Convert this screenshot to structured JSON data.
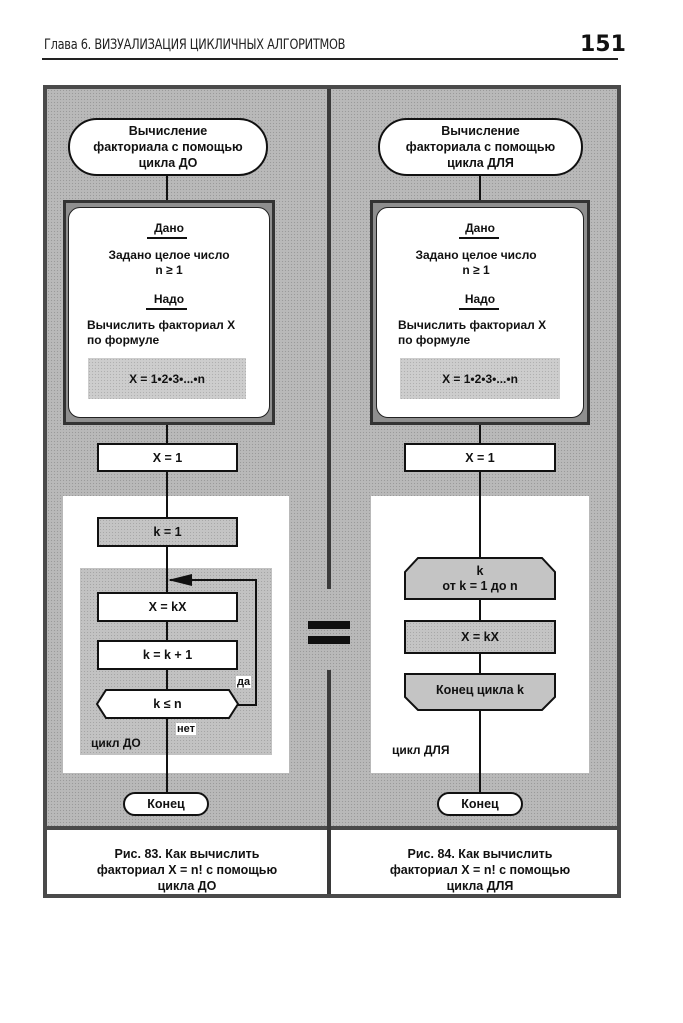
{
  "header": {
    "chapter_title": "Глава 6. ВИЗУАЛИЗАЦИЯ ЦИКЛИЧНЫХ АЛГОРИТМОВ",
    "page_number": "151"
  },
  "equals_sign": "=",
  "left": {
    "start_lines": [
      "Вычисление",
      "факториала с помощью",
      "цикла ДО"
    ],
    "given_heading": "Дано",
    "given_lines": [
      "Задано целое число",
      "n ≥ 1"
    ],
    "need_heading": "Надо",
    "need_lines": [
      "Вычислить факториал X",
      "по формуле"
    ],
    "formula": "X = 1•2•3•...•n",
    "init": "X = 1",
    "counter_init": "k = 1",
    "body": "X = kX",
    "increment": "k = k + 1",
    "condition": "k ≤ n",
    "yes_label": "да",
    "no_label": "нет",
    "loop_label": "цикл ДО",
    "end": "Конец",
    "caption_lines": [
      "Рис. 83. Как вычислить",
      "факториал X = n! с помощью",
      "цикла ДО"
    ]
  },
  "right": {
    "start_lines": [
      "Вычисление",
      "факториала с помощью",
      "цикла ДЛЯ"
    ],
    "given_heading": "Дано",
    "given_lines": [
      "Задано целое число",
      "n ≥ 1"
    ],
    "need_heading": "Надо",
    "need_lines": [
      "Вычислить факториал X",
      "по формуле"
    ],
    "formula": "X = 1•2•3•...•n",
    "init": "X = 1",
    "loop_start_lines": [
      "k",
      "от k = 1 до n"
    ],
    "body": "X = kX",
    "loop_end": "Конец цикла k",
    "loop_label": "цикл ДЛЯ",
    "end": "Конец",
    "caption_lines": [
      "Рис. 84. Как вычислить",
      "факториал X = n! с помощью",
      "цикла ДЛЯ"
    ]
  }
}
